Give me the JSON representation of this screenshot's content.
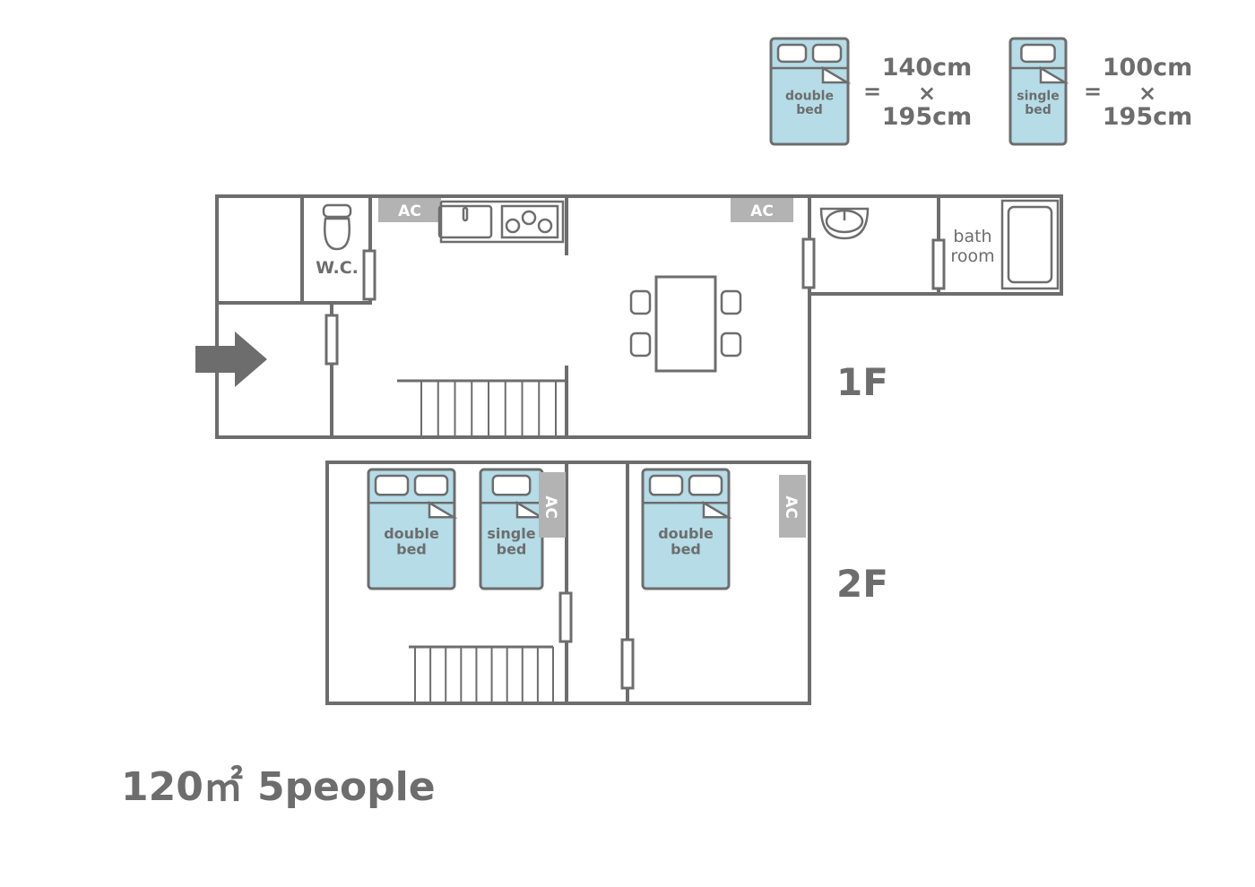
{
  "colors": {
    "wall": "#6d6d6d",
    "bed": "#b5dce7",
    "ac": "#b3b3b3"
  },
  "legend": {
    "double": {
      "label1": "double",
      "label2": "bed",
      "eq": "=",
      "w": "140cm",
      "x": "×",
      "h": "195cm"
    },
    "single": {
      "label1": "single",
      "label2": "bed",
      "eq": "=",
      "w": "100cm",
      "x": "×",
      "h": "195cm"
    }
  },
  "floor1": {
    "label": "1F",
    "wc": "W.C.",
    "bath1": "bath",
    "bath2": "room",
    "ac": "AC"
  },
  "floor2": {
    "label": "2F",
    "ac": "AC",
    "beds": [
      {
        "type": "double",
        "label1": "double",
        "label2": "bed"
      },
      {
        "type": "single",
        "label1": "single",
        "label2": "bed"
      },
      {
        "type": "double",
        "label1": "double",
        "label2": "bed"
      }
    ]
  },
  "footer": {
    "area": "120㎡",
    "capacity": "5people"
  }
}
